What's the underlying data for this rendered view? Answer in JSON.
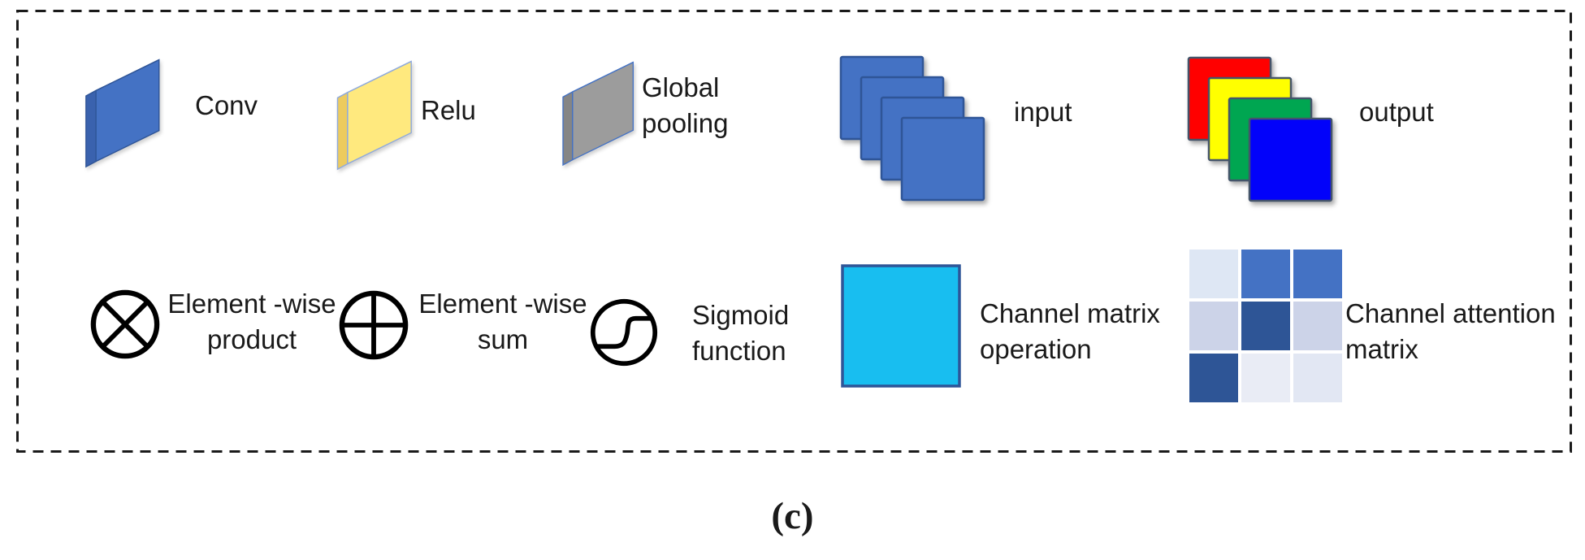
{
  "colors": {
    "text": "#1a1a1a",
    "dash_border": "#1a1a1a",
    "symbol_stroke": "#000000",
    "conv_front": "#4472C4",
    "conv_top": "#9DB7E5",
    "conv_side": "#3A62AE",
    "conv_edge": "#2F5597",
    "relu_front": "#FFE97E",
    "relu_top": "#FFF7CB",
    "relu_side": "#EDCB5E",
    "relu_edge": "#8FAADC",
    "pool_front": "#9C9C9C",
    "pool_top": "#C8C8C8",
    "pool_side": "#858585",
    "pool_edge": "#4472C4",
    "input_fill": "#4472C4",
    "input_edge": "#2F5597",
    "output_red": "#FF0000",
    "output_yellow": "#FFFF00",
    "output_green": "#00A651",
    "output_blue": "#0202FA",
    "output_edge": "#44546A",
    "cyan_fill": "#18BEF0",
    "cyan_edge": "#2E5597"
  },
  "legend": {
    "row1": {
      "conv_label": "Conv",
      "relu_label": "Relu",
      "pooling_line1": "Global",
      "pooling_line2": "pooling",
      "input_label": "input",
      "output_label": "output"
    },
    "row2": {
      "product_line1": "Element -wise",
      "product_line2": "product",
      "sum_line1": "Element -wise",
      "sum_line2": "sum",
      "sigmoid_line1": "Sigmoid",
      "sigmoid_line2": "function",
      "channel_matrix_line1": "Channel matrix",
      "channel_matrix_line2": "operation",
      "attention_line1": "Channel attention",
      "attention_line2": "matrix"
    },
    "attention_matrix_cells": [
      "#DEE7F4",
      "#4472C4",
      "#4472C4",
      "#CCD3E8",
      "#2E5596",
      "#CCD3E8",
      "#2E5596",
      "#E9ECF5",
      "#E2E7F3"
    ]
  },
  "caption": "(c)"
}
